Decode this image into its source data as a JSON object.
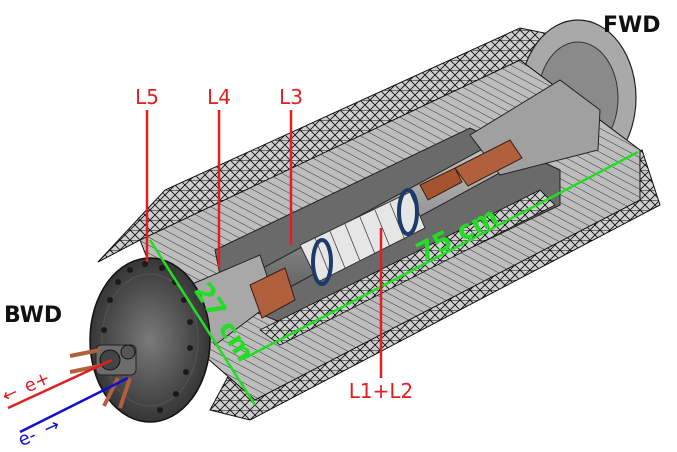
{
  "labels": {
    "fwd": "FWD",
    "bwd": "BWD",
    "l5": "L5",
    "l4": "L4",
    "l3": "L3",
    "l1l2": "L1+L2",
    "length": "75 cm",
    "diameter": "27 cm",
    "e_plus": "e+",
    "e_minus": "e-",
    "arrow_left": "←",
    "arrow_right": "→"
  },
  "colors": {
    "layer_label": "#e02020",
    "dimension": "#22dd22",
    "e_plus_beam": "#e02020",
    "e_minus_beam": "#1010d0",
    "frame": "#111111",
    "shell": "#9c9c9c",
    "copper": "#b0603c",
    "text_dark": "#111111"
  }
}
